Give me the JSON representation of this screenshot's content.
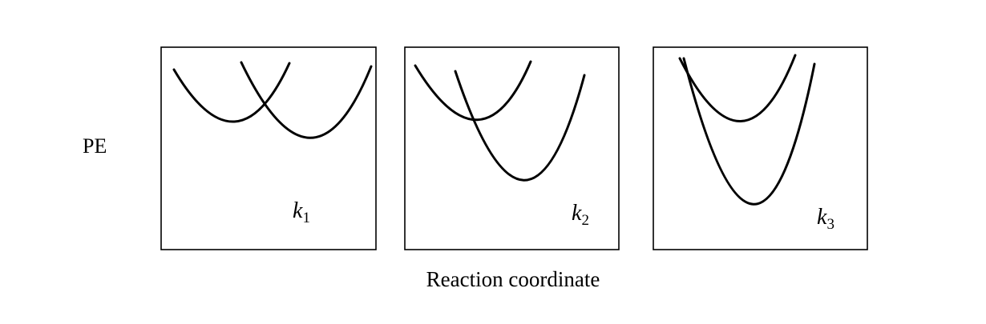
{
  "y_axis_label": "PE",
  "x_axis_label": "Reaction coordinate",
  "panels": [
    {
      "rate_symbol": "k",
      "rate_subscript": "1"
    },
    {
      "rate_symbol": "k",
      "rate_subscript": "2"
    },
    {
      "rate_symbol": "k",
      "rate_subscript": "3"
    }
  ],
  "colors": {
    "line": "#000000",
    "background": "#ffffff"
  }
}
